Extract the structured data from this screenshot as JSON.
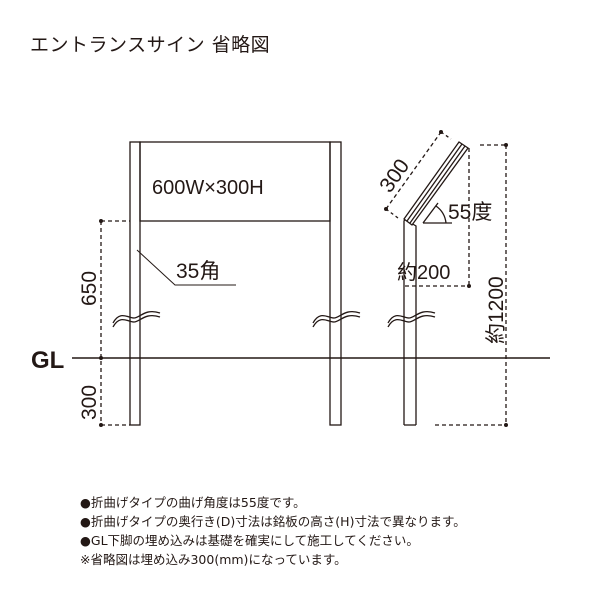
{
  "title": "エントランスサイン 省略図",
  "diagram": {
    "panel_label": "600W×300H",
    "post_label": "35角",
    "dim_above_gl": "650",
    "dim_below_gl": "300",
    "gl_label": "GL",
    "side_panel_length": "300",
    "bend_angle": "55度",
    "side_depth": "約200",
    "side_height": "約1200"
  },
  "notes": [
    "●折曲げタイプの曲げ角度は55度です。",
    "●折曲げタイプの奥行き(D)寸法は銘板の高さ(H)寸法で異なります。",
    "●GL下脚の埋め込みは基礎を確実にして施工してください。",
    "※省略図は埋め込み300(mm)になっています。"
  ],
  "colors": {
    "line": "#231815",
    "background": "#ffffff"
  }
}
